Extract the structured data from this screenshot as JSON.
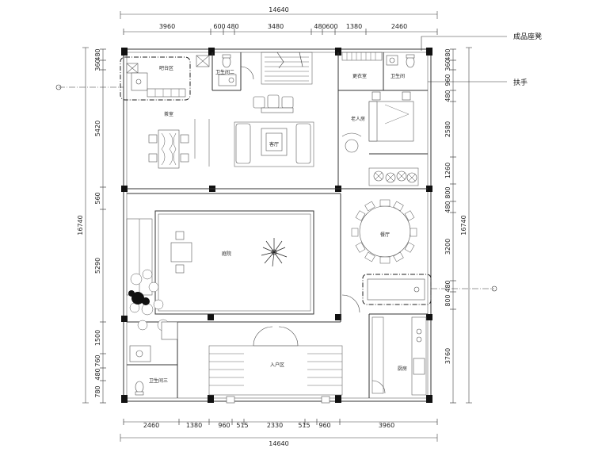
{
  "dimensions": {
    "top_total": "14640",
    "top_segments": [
      "3960",
      "600",
      "480",
      "3480",
      "480",
      "600",
      "1380",
      "2460"
    ],
    "bottom_total": "14640",
    "bottom_segments": [
      "2460",
      "1380",
      "960",
      "515",
      "2330",
      "515",
      "960",
      "3960"
    ],
    "left_total": "16740",
    "left_segments": [
      "480",
      "360",
      "5420",
      "560",
      "5290",
      "1500",
      "760",
      "480",
      "780"
    ],
    "right_total": "16740",
    "right_segments": [
      "480",
      "360",
      "960",
      "480",
      "2580",
      "1260",
      "800",
      "480",
      "3200",
      "480",
      "800",
      "3760"
    ]
  },
  "rooms": {
    "bar": "吧台区",
    "bath2_top": "卫生间二",
    "closet": "更衣室",
    "bath_top_right": "卫生间",
    "tea": "茶室",
    "living": "客厅",
    "elder_bedroom": "老人房",
    "courtyard": "庭院",
    "dining": "餐厅",
    "entry": "入户区",
    "kitchen": "厨房",
    "bath3": "卫生间三"
  },
  "annotations": {
    "stool": "成品座凳",
    "handrail": "扶手"
  }
}
